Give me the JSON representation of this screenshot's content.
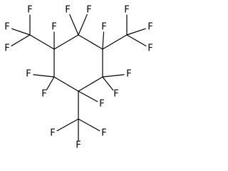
{
  "molecule": {
    "atom_label": "F",
    "atoms": [
      {
        "id": "c1",
        "element": "C"
      },
      {
        "id": "c2",
        "element": "C"
      },
      {
        "id": "c3",
        "element": "C"
      },
      {
        "id": "c4",
        "element": "C"
      },
      {
        "id": "c5",
        "element": "C"
      },
      {
        "id": "c6",
        "element": "C"
      },
      {
        "id": "c7",
        "element": "C"
      },
      {
        "id": "c8",
        "element": "C"
      },
      {
        "id": "c9",
        "element": "C"
      }
    ],
    "bonds": [
      [
        "c1",
        "c2"
      ],
      [
        "c2",
        "c3"
      ],
      [
        "c3",
        "c4"
      ],
      [
        "c4",
        "c5"
      ],
      [
        "c5",
        "c6"
      ],
      [
        "c6",
        "c1"
      ],
      [
        "c1",
        "c7"
      ],
      [
        "c3",
        "c8"
      ],
      [
        "c5",
        "c9"
      ]
    ]
  }
}
